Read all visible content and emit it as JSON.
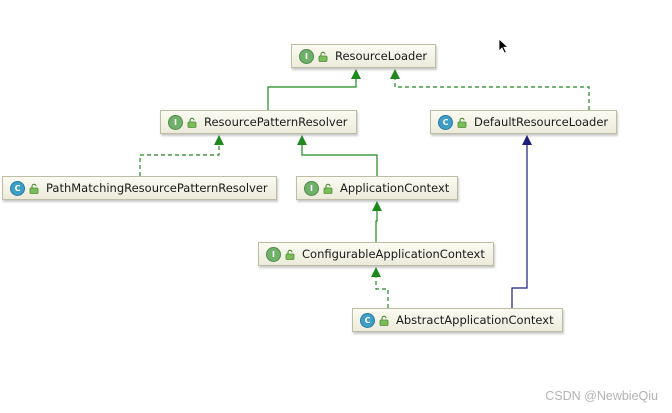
{
  "nodes": [
    {
      "id": "resource-loader",
      "label": "ResourceLoader",
      "kind": "interface",
      "badge": "I"
    },
    {
      "id": "resource-pattern-resolver",
      "label": "ResourcePatternResolver",
      "kind": "interface",
      "badge": "I"
    },
    {
      "id": "default-resource-loader",
      "label": "DefaultResourceLoader",
      "kind": "class",
      "badge": "C"
    },
    {
      "id": "path-matching-resource-pattern-resolver",
      "label": "PathMatchingResourcePatternResolver",
      "kind": "class",
      "badge": "C"
    },
    {
      "id": "application-context",
      "label": "ApplicationContext",
      "kind": "interface",
      "badge": "I"
    },
    {
      "id": "configurable-application-context",
      "label": "ConfigurableApplicationContext",
      "kind": "interface",
      "badge": "I"
    },
    {
      "id": "abstract-application-context",
      "label": "AbstractApplicationContext",
      "kind": "abstract-class",
      "badge": "C"
    }
  ],
  "edges": [
    {
      "from": "resource-pattern-resolver",
      "to": "resource-loader",
      "type": "extends"
    },
    {
      "from": "default-resource-loader",
      "to": "resource-loader",
      "type": "implements"
    },
    {
      "from": "path-matching-resource-pattern-resolver",
      "to": "resource-pattern-resolver",
      "type": "implements"
    },
    {
      "from": "application-context",
      "to": "resource-pattern-resolver",
      "type": "extends"
    },
    {
      "from": "configurable-application-context",
      "to": "application-context",
      "type": "extends"
    },
    {
      "from": "abstract-application-context",
      "to": "configurable-application-context",
      "type": "implements"
    },
    {
      "from": "abstract-application-context",
      "to": "default-resource-loader",
      "type": "inherits"
    }
  ],
  "legend_colors": {
    "interface_edge": "#1e8a1e",
    "class_edge": "#1d1d7a",
    "interface_badge": "#6fb16a",
    "class_badge": "#3f9ec6"
  },
  "watermark": "CSDN @NewbieQiu"
}
